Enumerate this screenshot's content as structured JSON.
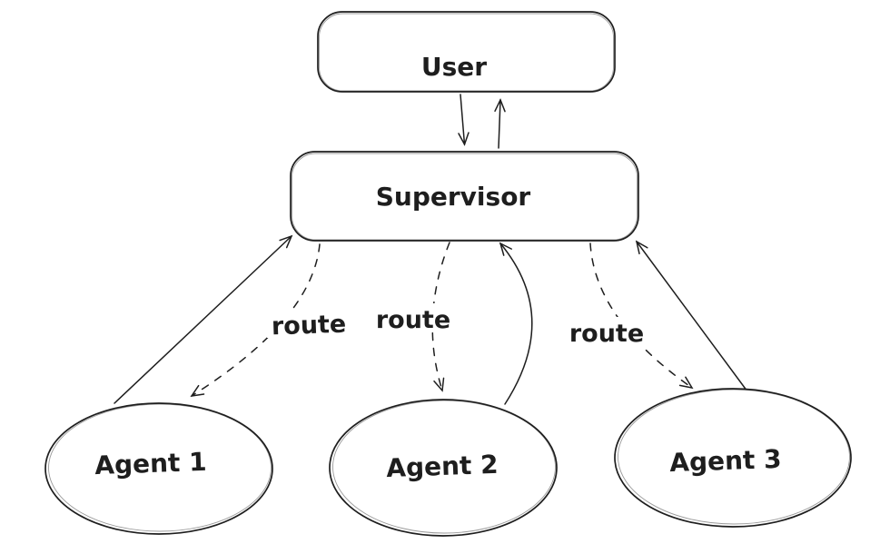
{
  "diagram": {
    "colors": {
      "stroke": "#1e1e1e",
      "background": "#ffffff"
    },
    "nodes": {
      "user": {
        "label": "User",
        "shape": "rounded-rectangle"
      },
      "supervisor": {
        "label": "Supervisor",
        "shape": "rounded-rectangle"
      },
      "agent1": {
        "label": "Agent 1",
        "shape": "ellipse"
      },
      "agent2": {
        "label": "Agent 2",
        "shape": "ellipse"
      },
      "agent3": {
        "label": "Agent 3",
        "shape": "ellipse"
      }
    },
    "edges": {
      "user_to_supervisor": {
        "from": "User",
        "to": "Supervisor",
        "style": "solid-arrow"
      },
      "supervisor_to_user": {
        "from": "Supervisor",
        "to": "User",
        "style": "solid-arrow"
      },
      "agent1_to_supervisor": {
        "from": "Agent 1",
        "to": "Supervisor",
        "style": "solid-arrow"
      },
      "supervisor_to_agent1": {
        "from": "Supervisor",
        "to": "Agent 1",
        "style": "dashed-arrow",
        "label": "route"
      },
      "agent2_to_supervisor": {
        "from": "Agent 2",
        "to": "Supervisor",
        "style": "solid-arrow"
      },
      "supervisor_to_agent2": {
        "from": "Supervisor",
        "to": "Agent 2",
        "style": "dashed-arrow",
        "label": "route"
      },
      "agent3_to_supervisor": {
        "from": "Agent 3",
        "to": "Supervisor",
        "style": "solid-arrow"
      },
      "supervisor_to_agent3": {
        "from": "Supervisor",
        "to": "Agent 3",
        "style": "dashed-arrow",
        "label": "route"
      }
    }
  }
}
